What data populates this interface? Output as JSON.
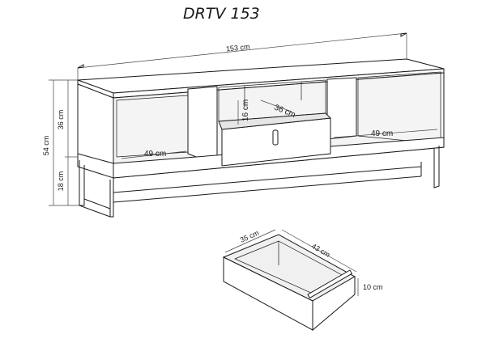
{
  "title": "DRTV 153",
  "dimensions": {
    "total_width": "153 cm",
    "total_height": "54 cm",
    "cabinet_height": "36 cm",
    "leg_height": "18 cm",
    "left_shelf_width": "49 cm",
    "right_shelf_width": "49 cm",
    "center_depth": "36 cm",
    "center_niche_height": "16 cm",
    "drawer_depth": "35 cm",
    "drawer_width": "43 cm",
    "drawer_height": "10 cm"
  }
}
